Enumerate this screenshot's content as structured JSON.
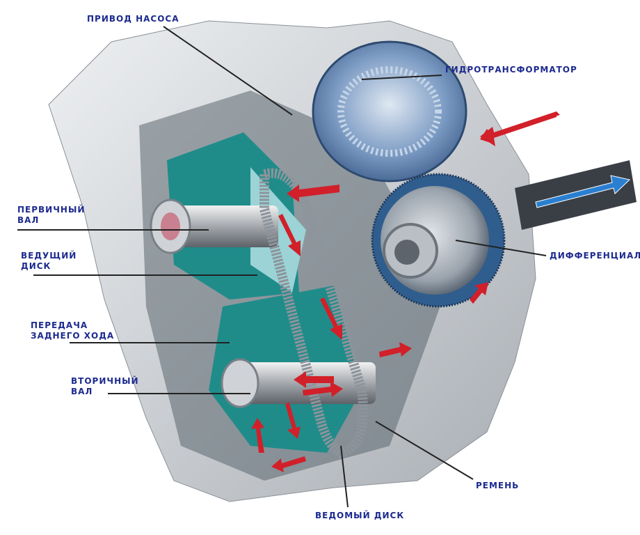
{
  "labels": {
    "pump_drive": "ПРИВОД НАСОСА",
    "torque_converter": "ГИДРОТРАНСФОРМАТОР",
    "primary_shaft": "ПЕРВИЧНЫЙ\nВАЛ",
    "drive_pulley": "ВЕДУЩИЙ\nДИСК",
    "reverse_gear": "ПЕРЕДАЧА\nЗАДНЕГО ХОДА",
    "secondary_shaft": "ВТОРИЧНЫЙ\nВАЛ",
    "differential": "ДИФФЕРЕНЦИАЛ",
    "belt": "РЕМЕНЬ",
    "driven_pulley": "ВЕДОМЫЙ ДИСК"
  },
  "colors": {
    "label": "#1c2a8f",
    "housing": "#c9cdd2",
    "teal": "#1f8c8a",
    "converter": "#6f93c0",
    "arrow_red": "#d1202a",
    "arrow_blue": "#2a7fd0"
  }
}
